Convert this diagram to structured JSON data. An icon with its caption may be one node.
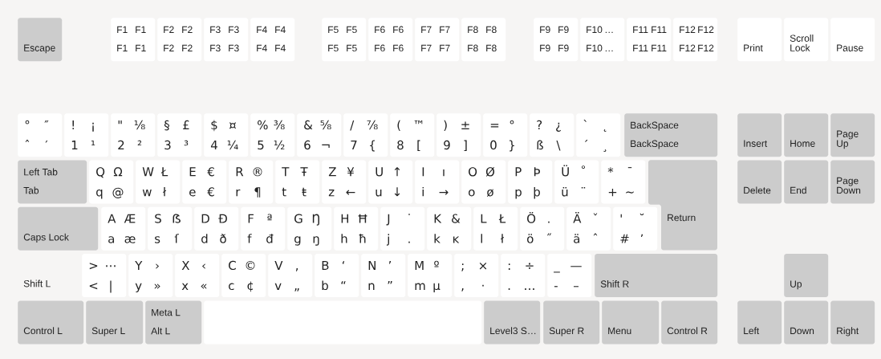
{
  "diagram": {
    "nodes": [
      {
        "text": [
          "Escape"
        ]
      },
      {
        "text": [
          "F1",
          "F1",
          "F1",
          "F1"
        ]
      },
      {
        "text": [
          "F2",
          "F2",
          "F2",
          "F2"
        ]
      },
      {
        "text": [
          "F3",
          "F3",
          "F3",
          "F3"
        ]
      },
      {
        "text": [
          "F4",
          "F4",
          "F4",
          "F4"
        ]
      },
      {
        "text": [
          "F5",
          "F5",
          "F5",
          "F5"
        ]
      },
      {
        "text": [
          "F6",
          "F6",
          "F6",
          "F6"
        ]
      },
      {
        "text": [
          "F7",
          "F7",
          "F7",
          "F7"
        ]
      },
      {
        "text": [
          "F8",
          "F8",
          "F8",
          "F8"
        ]
      },
      {
        "text": [
          "F9",
          "F9",
          "F9",
          "F9"
        ]
      },
      {
        "text": [
          "F10",
          "…",
          "F10",
          "…"
        ]
      },
      {
        "text": [
          "F11",
          "F11",
          "F11",
          "F11"
        ]
      },
      {
        "text": [
          "F12",
          "F12",
          "F12",
          "F12"
        ]
      },
      {
        "text": [
          "Print"
        ]
      },
      {
        "text": [
          "Scroll Lock"
        ]
      },
      {
        "text": [
          "Pause"
        ]
      },
      {
        "text": [
          "°",
          "″",
          "ˆ",
          "′"
        ]
      },
      {
        "text": [
          "!",
          "¡",
          "1",
          "¹"
        ]
      },
      {
        "text": [
          "\"",
          "⅛",
          "2",
          "²"
        ]
      },
      {
        "text": [
          "§",
          "£",
          "3",
          "³"
        ]
      },
      {
        "text": [
          "$",
          "¤",
          "4",
          "¼"
        ]
      },
      {
        "text": [
          "%",
          "⅜",
          "5",
          "½"
        ]
      },
      {
        "text": [
          "&",
          "⅝",
          "6",
          "¬"
        ]
      },
      {
        "text": [
          "/",
          "⅞",
          "7",
          "{"
        ]
      },
      {
        "text": [
          "(",
          "™",
          "8",
          "["
        ]
      },
      {
        "text": [
          ")",
          "±",
          "9",
          "]"
        ]
      },
      {
        "text": [
          "=",
          "°",
          "0",
          "}"
        ]
      },
      {
        "text": [
          "?",
          "¿",
          "ß",
          "\\"
        ]
      },
      {
        "text": [
          "`",
          "˛",
          "´",
          "¸"
        ]
      },
      {
        "text": [
          "BackSpace",
          "BackSpace"
        ]
      },
      {
        "text": [
          "Insert"
        ]
      },
      {
        "text": [
          "Home"
        ]
      },
      {
        "text": [
          "Page Up"
        ]
      },
      {
        "text": [
          "Left Tab",
          "Tab"
        ]
      },
      {
        "text": [
          "Q",
          "Ω",
          "q",
          "@"
        ]
      },
      {
        "text": [
          "W",
          "Ł",
          "w",
          "ł"
        ]
      },
      {
        "text": [
          "E",
          "€",
          "e",
          "€"
        ]
      },
      {
        "text": [
          "R",
          "®",
          "r",
          "¶"
        ]
      },
      {
        "text": [
          "T",
          "Ŧ",
          "t",
          "ŧ"
        ]
      },
      {
        "text": [
          "Z",
          "¥",
          "z",
          "←"
        ]
      },
      {
        "text": [
          "U",
          "↑",
          "u",
          "↓"
        ]
      },
      {
        "text": [
          "I",
          "ı",
          "i",
          "→"
        ]
      },
      {
        "text": [
          "O",
          "Ø",
          "o",
          "ø"
        ]
      },
      {
        "text": [
          "P",
          "Þ",
          "p",
          "þ"
        ]
      },
      {
        "text": [
          "Ü",
          "˚",
          "ü",
          "¨"
        ]
      },
      {
        "text": [
          "*",
          "¯",
          "+",
          "~"
        ]
      },
      {
        "text": [
          "Return"
        ]
      },
      {
        "text": [
          "Delete"
        ]
      },
      {
        "text": [
          "End"
        ]
      },
      {
        "text": [
          "Page Down"
        ]
      },
      {
        "text": [
          "Caps Lock"
        ]
      },
      {
        "text": [
          "A",
          "Æ",
          "a",
          "æ"
        ]
      },
      {
        "text": [
          "S",
          "ẞ",
          "s",
          "ſ"
        ]
      },
      {
        "text": [
          "D",
          "Ð",
          "d",
          "ð"
        ]
      },
      {
        "text": [
          "F",
          "ª",
          "f",
          "đ"
        ]
      },
      {
        "text": [
          "G",
          "Ŋ",
          "g",
          "ŋ"
        ]
      },
      {
        "text": [
          "H",
          "Ħ",
          "h",
          "ħ"
        ]
      },
      {
        "text": [
          "J",
          "˙",
          "j",
          "."
        ]
      },
      {
        "text": [
          "K",
          "&",
          "k",
          "ĸ"
        ]
      },
      {
        "text": [
          "L",
          "Ł",
          "l",
          "ł"
        ]
      },
      {
        "text": [
          "Ö",
          ".",
          "ö",
          "˝"
        ]
      },
      {
        "text": [
          "Ä",
          "ˇ",
          "ä",
          "ˆ"
        ]
      },
      {
        "text": [
          "'",
          "˘",
          "#",
          "’"
        ]
      },
      {
        "text": [
          "Shift L"
        ]
      },
      {
        "text": [
          ">",
          "⋯",
          "<",
          "|"
        ]
      },
      {
        "text": [
          "Y",
          "›",
          "y",
          "»"
        ]
      },
      {
        "text": [
          "X",
          "‹",
          "x",
          "«"
        ]
      },
      {
        "text": [
          "C",
          "©",
          "c",
          "¢"
        ]
      },
      {
        "text": [
          "V",
          "‚",
          "v",
          "„"
        ]
      },
      {
        "text": [
          "B",
          "‘",
          "b",
          "“"
        ]
      },
      {
        "text": [
          "N",
          "’",
          "n",
          "”"
        ]
      },
      {
        "text": [
          "M",
          "º",
          "m",
          "µ"
        ]
      },
      {
        "text": [
          ";",
          "×",
          ",",
          "·"
        ]
      },
      {
        "text": [
          ":",
          "÷",
          ".",
          "…"
        ]
      },
      {
        "text": [
          "_",
          "—",
          "-",
          "–"
        ]
      },
      {
        "text": [
          "Shift R"
        ]
      },
      {
        "text": [
          "Up"
        ]
      },
      {
        "text": [
          "Control L"
        ]
      },
      {
        "text": [
          "Super L"
        ]
      },
      {
        "text": [
          "Meta L",
          "Alt L"
        ]
      },
      {
        "text": [],
        "shape": "box"
      },
      {
        "text": [
          "Level3 S…"
        ]
      },
      {
        "text": [
          "Super R"
        ]
      },
      {
        "text": [
          "Menu"
        ]
      },
      {
        "text": [
          "Control R"
        ]
      },
      {
        "text": [
          "Left"
        ]
      },
      {
        "text": [
          "Down"
        ]
      },
      {
        "text": [
          "Right"
        ]
      }
    ]
  }
}
